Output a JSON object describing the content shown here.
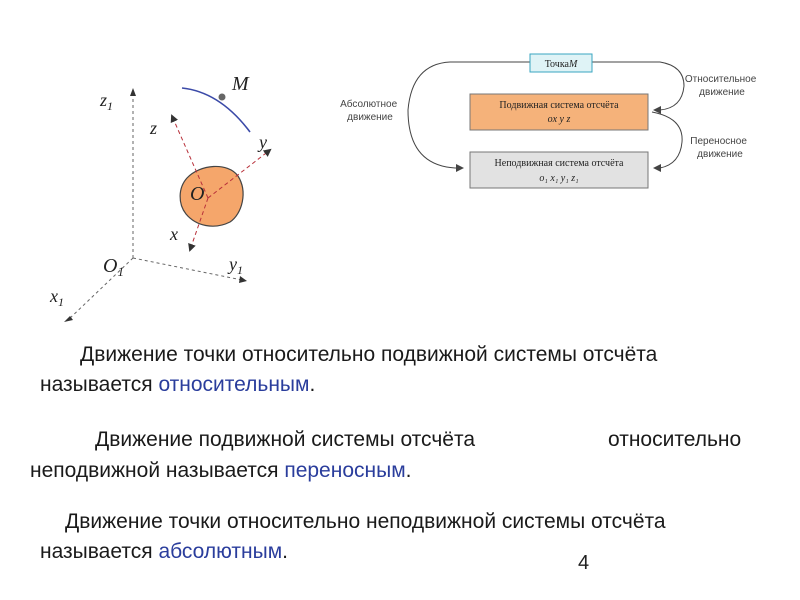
{
  "left_figure": {
    "labels": {
      "z1": "z",
      "z1_sub": "1",
      "point_m": "M",
      "z": "z",
      "y": "y",
      "o": "O",
      "x": "x",
      "o1": "O",
      "o1_sub": "1",
      "y1": "y",
      "y1_sub": "1",
      "x1": "x",
      "x1_sub": "1"
    }
  },
  "right_figure": {
    "point_box": "Точка",
    "point_box_var": "M",
    "moving_box_title": "Подвижная система отсчёта",
    "moving_box_axes": "ox y z",
    "fixed_box_title": "Неподвижная система отсчёта",
    "fixed_box_axes": "o₁ x₁ y₁ z₁",
    "absolute_label_1": "Абсолютное",
    "absolute_label_2": "движение",
    "relative_label_1": "Относительное",
    "relative_label_2": "движение",
    "transfer_label_1": "Переносное",
    "transfer_label_2": "движение",
    "colors": {
      "moving_box": "#f5b27a",
      "fixed_box": "#e2e2e2",
      "point_box": "#dff3f6"
    }
  },
  "paragraphs": {
    "p1_line1": "Движение точки относительно подвижной системы отсчёта",
    "p1_line2_pre": "называется ",
    "p1_line2_hl": "относительным",
    "p1_line2_post": ".",
    "p2_line1_a": "Движение подвижной системы отсчёта",
    "p2_line1_b": "относительно",
    "p2_line2_pre": "неподвижной называется ",
    "p2_line2_hl": "переносным",
    "p2_line2_post": ".",
    "p3_line1": "Движение точки относительно неподвижной системы отсчёта",
    "p3_line2_pre": "называется ",
    "p3_line2_hl": "абсолютным",
    "p3_line2_post": "."
  },
  "page_number": "4"
}
